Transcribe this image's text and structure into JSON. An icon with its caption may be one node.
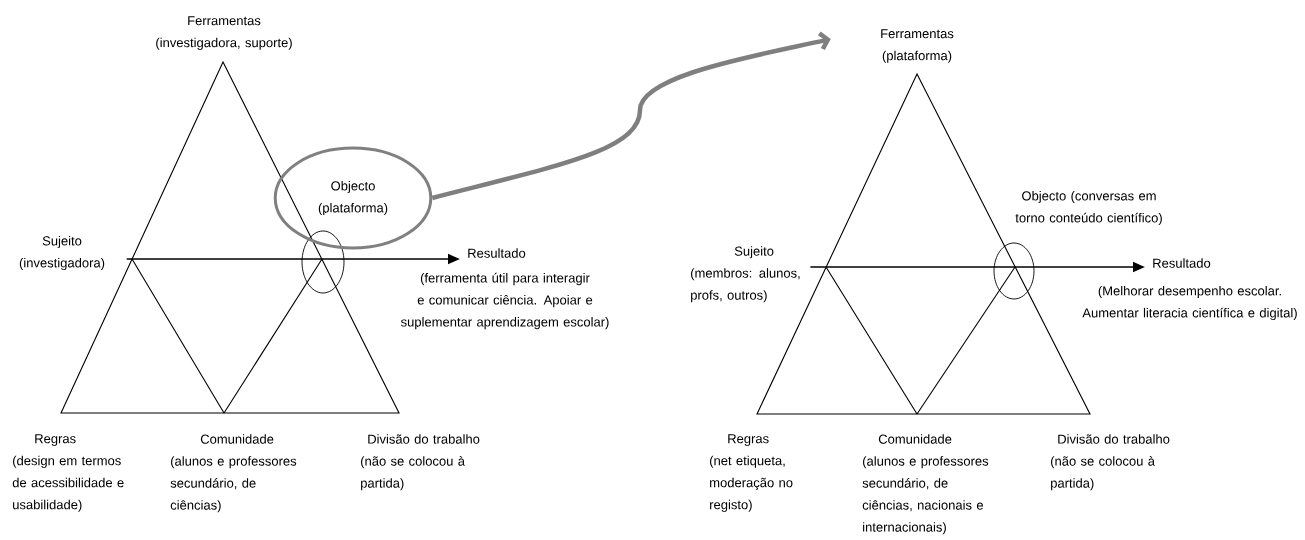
{
  "diagram": {
    "nodes": [
      {
        "text": [
          "Ferramentas",
          "(investigadora, suporte)"
        ]
      },
      {
        "text": [
          "Objecto",
          "(plataforma)"
        ]
      },
      {
        "text": [
          "Sujeito",
          "(investigadora)"
        ]
      },
      {
        "text": [
          "Resultado"
        ],
        "beside": [
          "(ferramenta útil para interagir e comunicar ciência. Apoiar e suplementar aprendizagem escolar)"
        ]
      },
      {
        "text": [
          "Regras",
          "(design em termos de acessibilidade e usabilidade)"
        ]
      },
      {
        "text": [
          "Comunidade",
          "(alunos e professores secundário, de ciências)"
        ]
      },
      {
        "text": [
          "Divisão do trabalho",
          "(não se colocou à partida)"
        ]
      },
      {
        "text": [
          "Ferramentas",
          "(plataforma)"
        ]
      },
      {
        "text": [
          "Objecto (conversas em torno conteúdo científico)"
        ]
      },
      {
        "text": [
          "Sujeito",
          "(membros: alunos, profs, outros)"
        ]
      },
      {
        "text": [
          "Resultado"
        ],
        "beside": [
          "(Melhorar desempenho escolar. Aumentar literacia científica e digital)"
        ]
      },
      {
        "text": [
          "Regras",
          "(net etiqueta, moderação no registo)"
        ]
      },
      {
        "text": [
          "Comunidade",
          "(alunos e professores secundário, de ciências, nacionais e internacionais)"
        ]
      },
      {
        "text": [
          "Divisão do trabalho",
          "(não se colocou à partida)"
        ]
      }
    ],
    "edges": [
      {
        "from": 2,
        "to": 3,
        "arrow": "to"
      },
      {
        "from": 9,
        "to": 10,
        "arrow": "to"
      },
      {
        "from": 1,
        "to": 7,
        "arrow": "to",
        "style": "thick",
        "color": "#7f7f7f"
      }
    ]
  }
}
